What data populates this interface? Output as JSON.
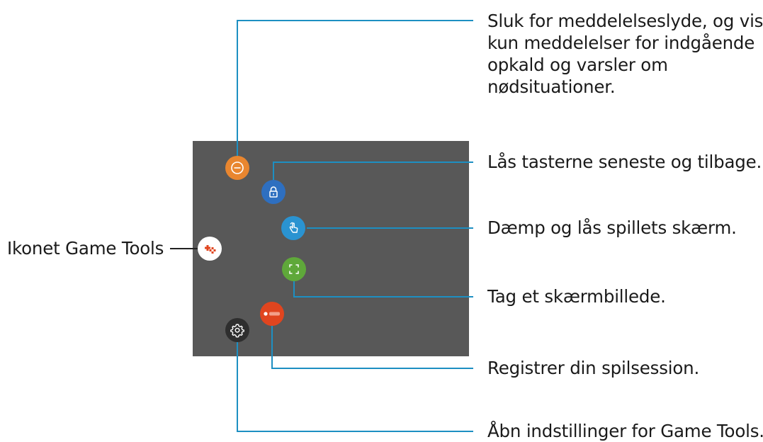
{
  "left_label": "Ikonet Game Tools",
  "callouts": [
    {
      "key": "no_alerts",
      "lines": [
        "Sluk for meddelelseslyde, og vis",
        "kun meddelelser for indgående",
        "opkald og varsler om",
        "nødsituationer."
      ]
    },
    {
      "key": "lock_keys",
      "lines": [
        "Lås tasterne seneste og tilbage."
      ]
    },
    {
      "key": "touch_lock",
      "lines": [
        "Dæmp og lås spillets skærm."
      ]
    },
    {
      "key": "screenshot",
      "lines": [
        "Tag et skærmbillede."
      ]
    },
    {
      "key": "record",
      "lines": [
        "Registrer din spilsession."
      ]
    },
    {
      "key": "settings",
      "lines": [
        "Åbn indstillinger for Game Tools."
      ]
    }
  ],
  "icons": {
    "no_alerts": {
      "name": "minus-circle-icon",
      "color": "#e9862f"
    },
    "lock_keys": {
      "name": "lock-icon",
      "color": "#2e6fc0"
    },
    "touch_lock": {
      "name": "touch-icon",
      "color": "#2a93d1"
    },
    "screenshot": {
      "name": "screenshot-frame-icon",
      "color": "#5fa83a"
    },
    "record": {
      "name": "record-icon",
      "color": "#e0451f"
    },
    "settings": {
      "name": "gear-icon",
      "color": "#2e2e2e"
    },
    "game_tools": {
      "name": "game-tools-icon",
      "color": "#ffffff"
    }
  },
  "colors": {
    "panel": "#585858",
    "leader_line": "#1d8fc2",
    "left_leader_line": "#222222"
  }
}
